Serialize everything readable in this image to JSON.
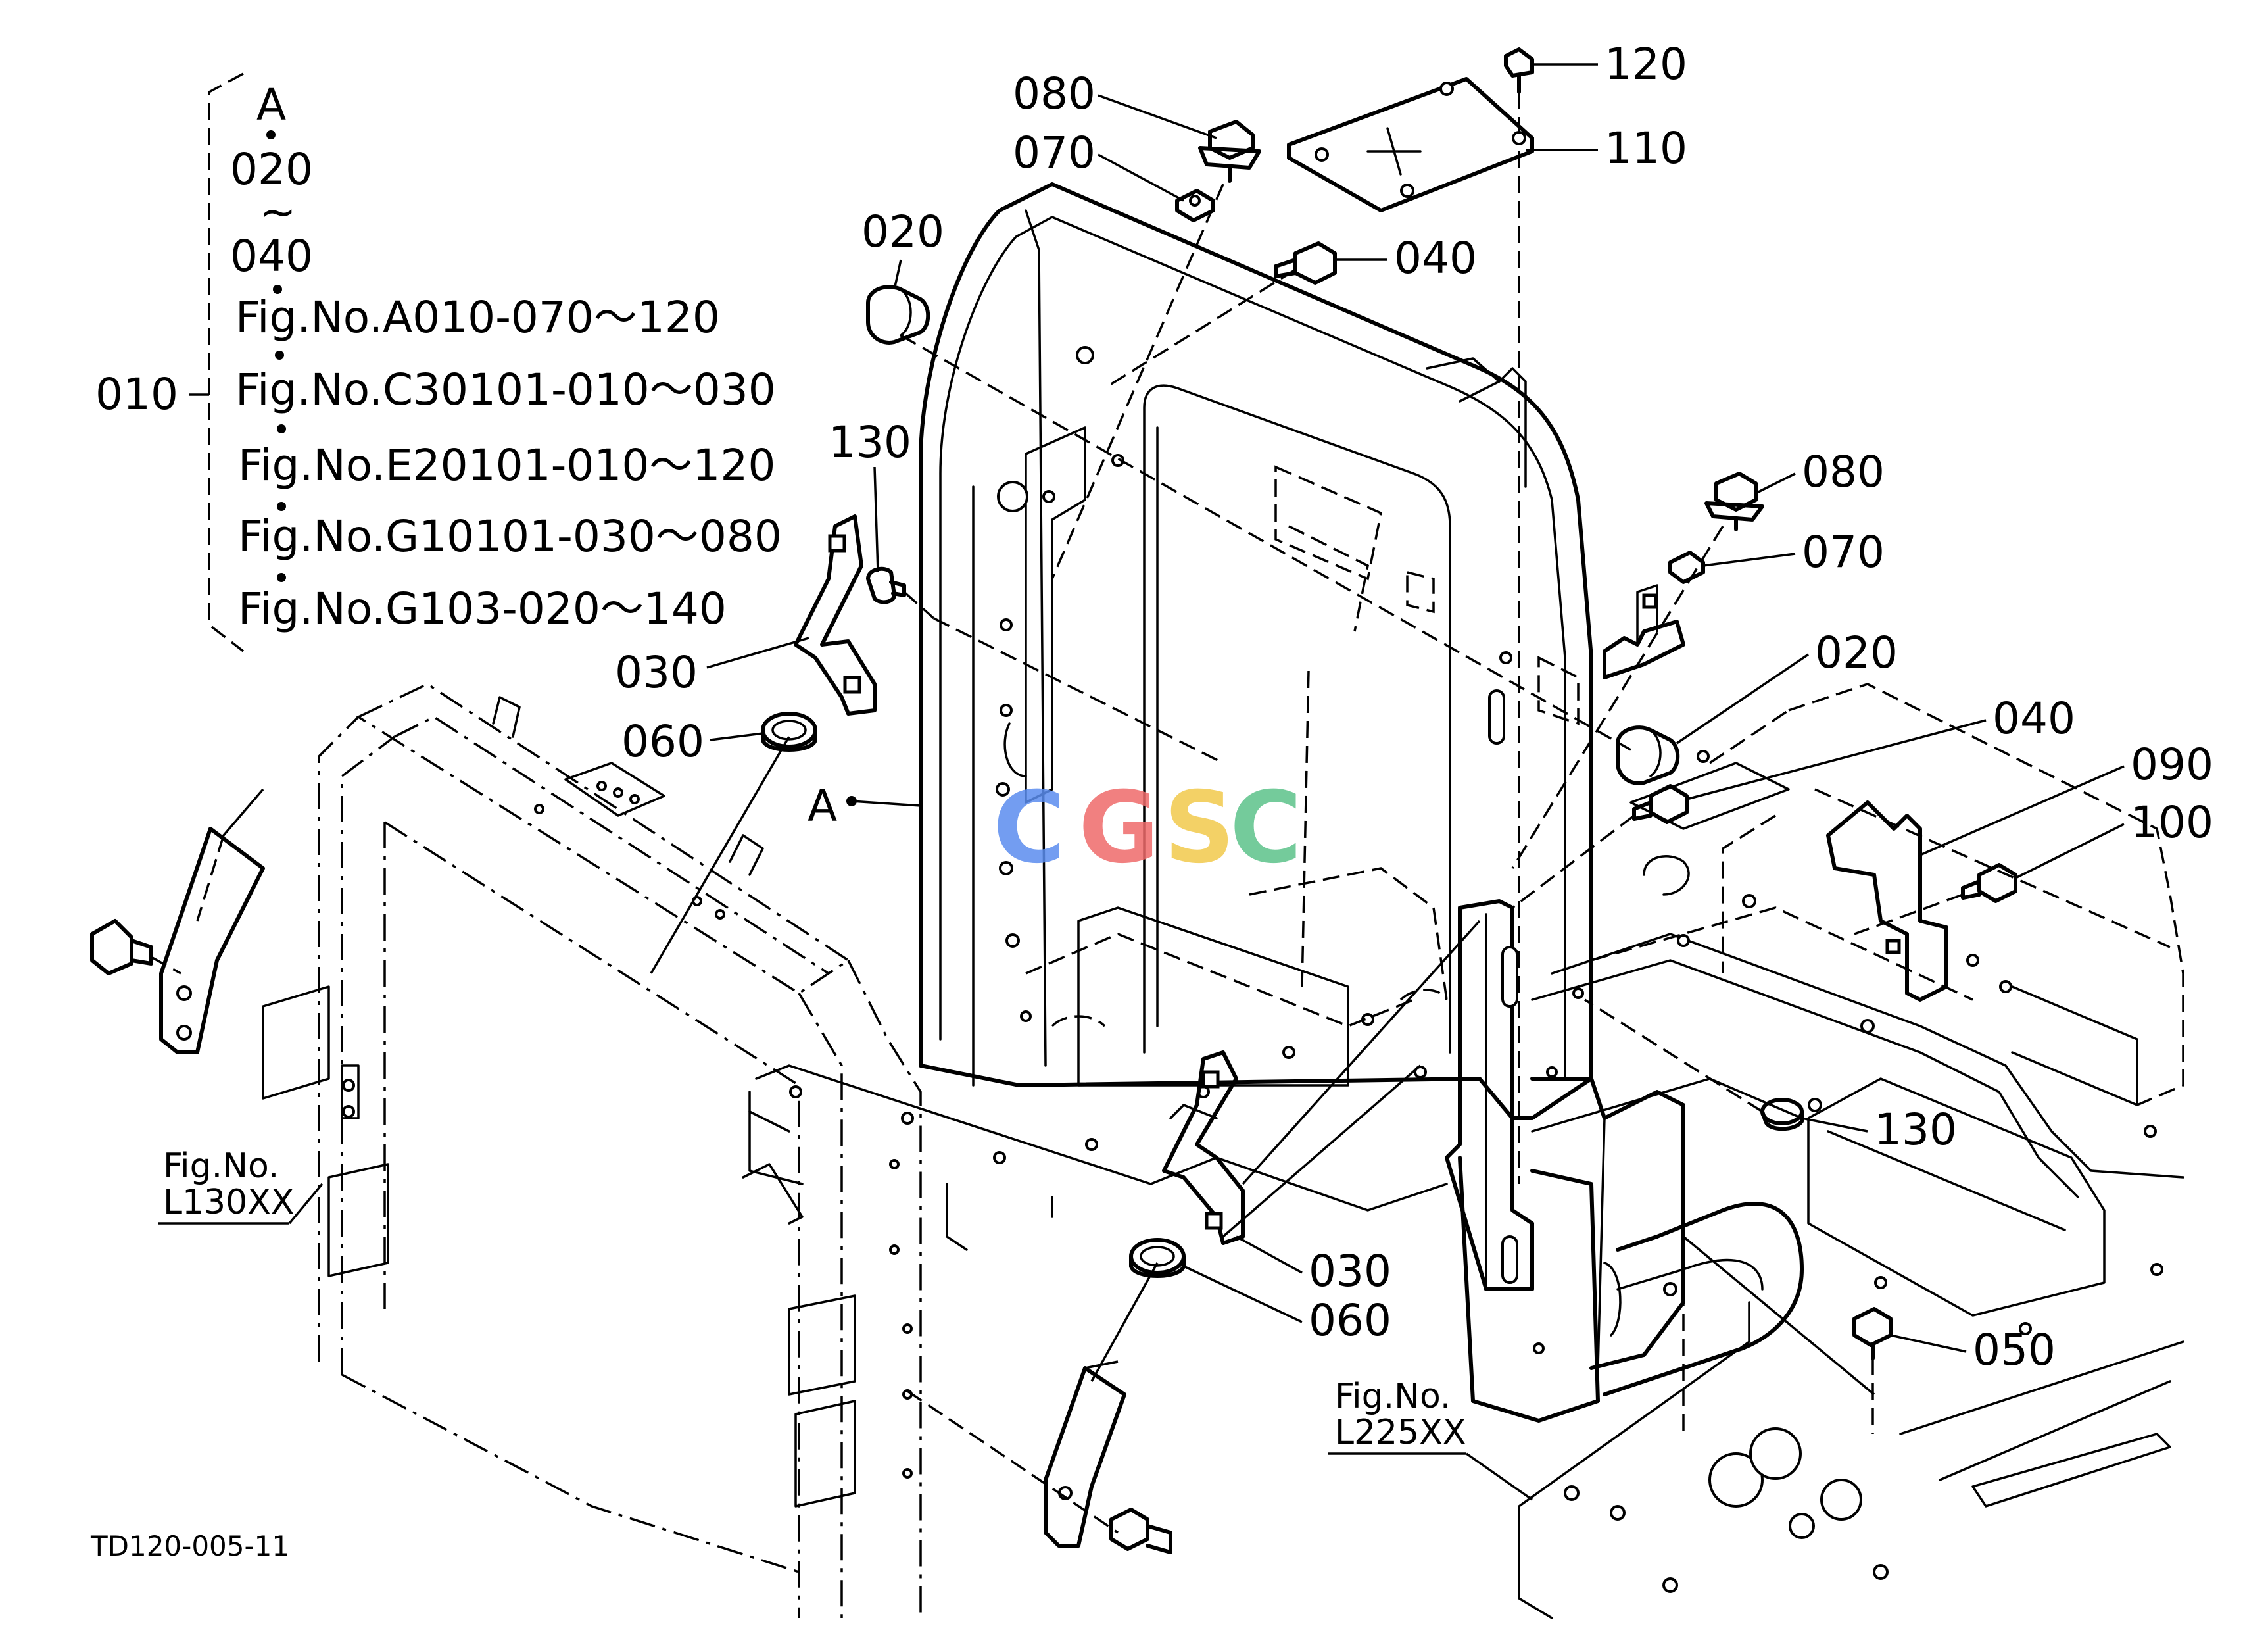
{
  "diagram_code": "TD120-005-11",
  "watermark": {
    "letters": [
      "C",
      "G",
      "S",
      "C"
    ],
    "colors": [
      "#5b8def",
      "#ef6b6b",
      "#f2c94c",
      "#5cc28a"
    ]
  },
  "legend": {
    "group_label": "010",
    "ref_letter": "A",
    "range_start": "020",
    "range_mark": "~",
    "range_end": "040",
    "fig_refs": [
      "Fig.No.A010-070～120",
      "Fig.No.C30101-010～030",
      "Fig.No.E20101-010～120",
      "Fig.No.G10101-030～080",
      "Fig.No.G103-020～140"
    ]
  },
  "callouts": [
    {
      "id": "c-080-top",
      "text": "080"
    },
    {
      "id": "c-070-top",
      "text": "070"
    },
    {
      "id": "c-020-left",
      "text": "020"
    },
    {
      "id": "c-120",
      "text": "120"
    },
    {
      "id": "c-110",
      "text": "110"
    },
    {
      "id": "c-040-top",
      "text": "040"
    },
    {
      "id": "c-130-left",
      "text": "130"
    },
    {
      "id": "c-030-left",
      "text": "030"
    },
    {
      "id": "c-060-left",
      "text": "060"
    },
    {
      "id": "c-a-point",
      "text": "A"
    },
    {
      "id": "c-080-right",
      "text": "080"
    },
    {
      "id": "c-070-right",
      "text": "070"
    },
    {
      "id": "c-020-right",
      "text": "020"
    },
    {
      "id": "c-040-right",
      "text": "040"
    },
    {
      "id": "c-090",
      "text": "090"
    },
    {
      "id": "c-100",
      "text": "100"
    },
    {
      "id": "c-130-right",
      "text": "130"
    },
    {
      "id": "c-030-bottom",
      "text": "030"
    },
    {
      "id": "c-060-bottom",
      "text": "060"
    },
    {
      "id": "c-050",
      "text": "050"
    }
  ],
  "fig_references": [
    {
      "id": "ref-l130",
      "line1": "Fig.No.",
      "line2": "L130XX"
    },
    {
      "id": "ref-l225",
      "line1": "Fig.No.",
      "line2": "L225XX"
    }
  ]
}
